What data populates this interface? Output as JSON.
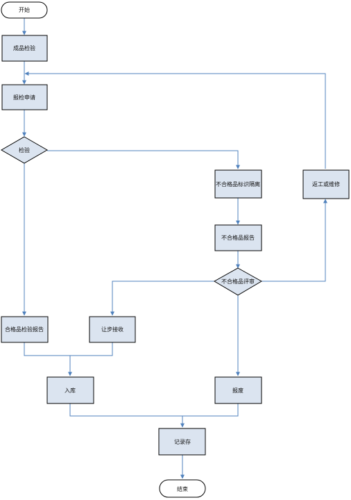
{
  "diagram": {
    "nodes": {
      "start": "开始",
      "finished_product_inspection": "成品检验",
      "inspection_request": "报检申请",
      "inspect": "检验",
      "nonconforming_mark_isolate": "不合格品标识隔离",
      "rework_or_repair": "返工或维修",
      "nonconforming_report": "不合格品报告",
      "nonconforming_review": "不合格品评审",
      "qualified_inspection_report": "合格品检验报告",
      "concession_acceptance": "让步接收",
      "warehousing": "入库",
      "scrap": "报废",
      "record_keeping": "记录存",
      "end": "结束"
    }
  }
}
